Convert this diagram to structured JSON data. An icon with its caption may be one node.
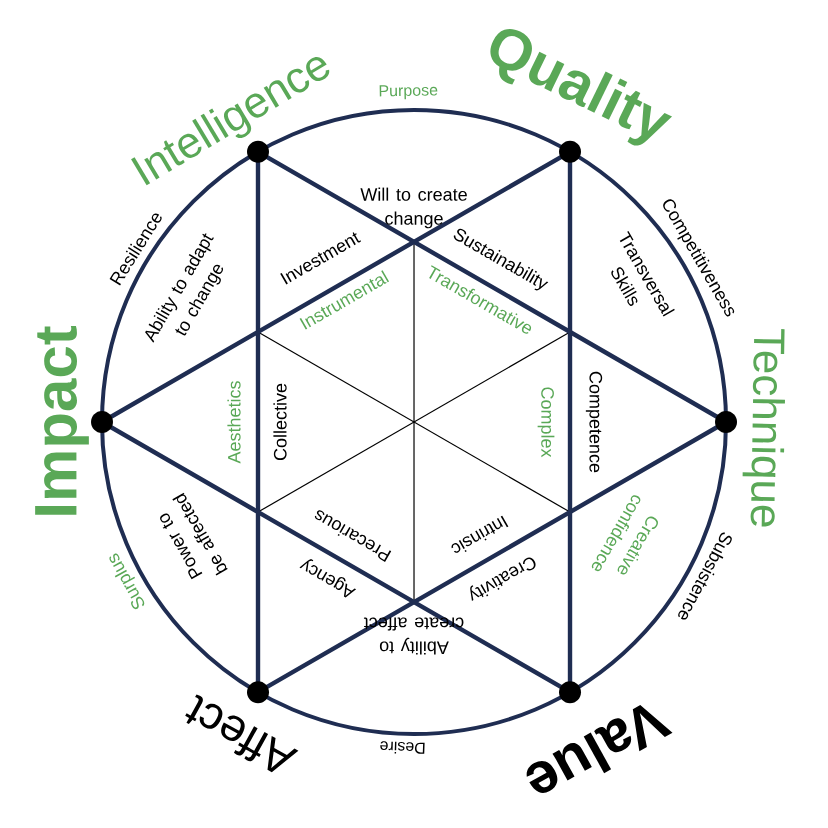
{
  "diagram": {
    "labels": [
      "Intelligence",
      "Purpose",
      "Quality",
      "Will to create change",
      "Resilience",
      "Ability to adapt to change",
      "Investment",
      "Sustainability",
      "Transversal Skills",
      "Competitiveness",
      "Instrumental",
      "Transformative",
      "Impact",
      "Aesthetics",
      "Collective",
      "Complex",
      "Competence",
      "Technique",
      "Power to be affected",
      "Precarious",
      "Intrinsic",
      "Creative confidence",
      "Surplus",
      "Agency",
      "Creativity",
      "Subsistence",
      "Ability to create affect",
      "Affect",
      "Desire",
      "Value"
    ]
  }
}
